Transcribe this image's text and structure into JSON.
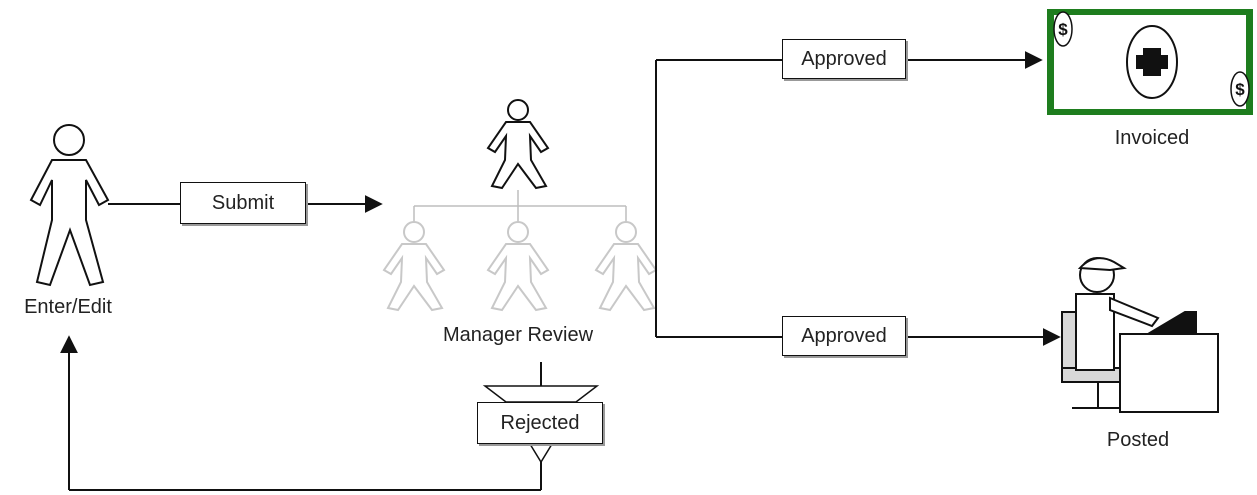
{
  "nodes": {
    "enter_edit": "Enter/Edit",
    "manager_review": "Manager Review",
    "invoiced": "Invoiced",
    "posted": "Posted"
  },
  "transitions": {
    "submit": "Submit",
    "approved_invoiced": "Approved",
    "approved_posted": "Approved",
    "rejected": "Rejected"
  },
  "icons": {
    "currency_symbol": "$"
  },
  "colors": {
    "invoice_border": "#1e7d1e",
    "line": "#111111",
    "faded_figure": "#c8c8c8"
  }
}
